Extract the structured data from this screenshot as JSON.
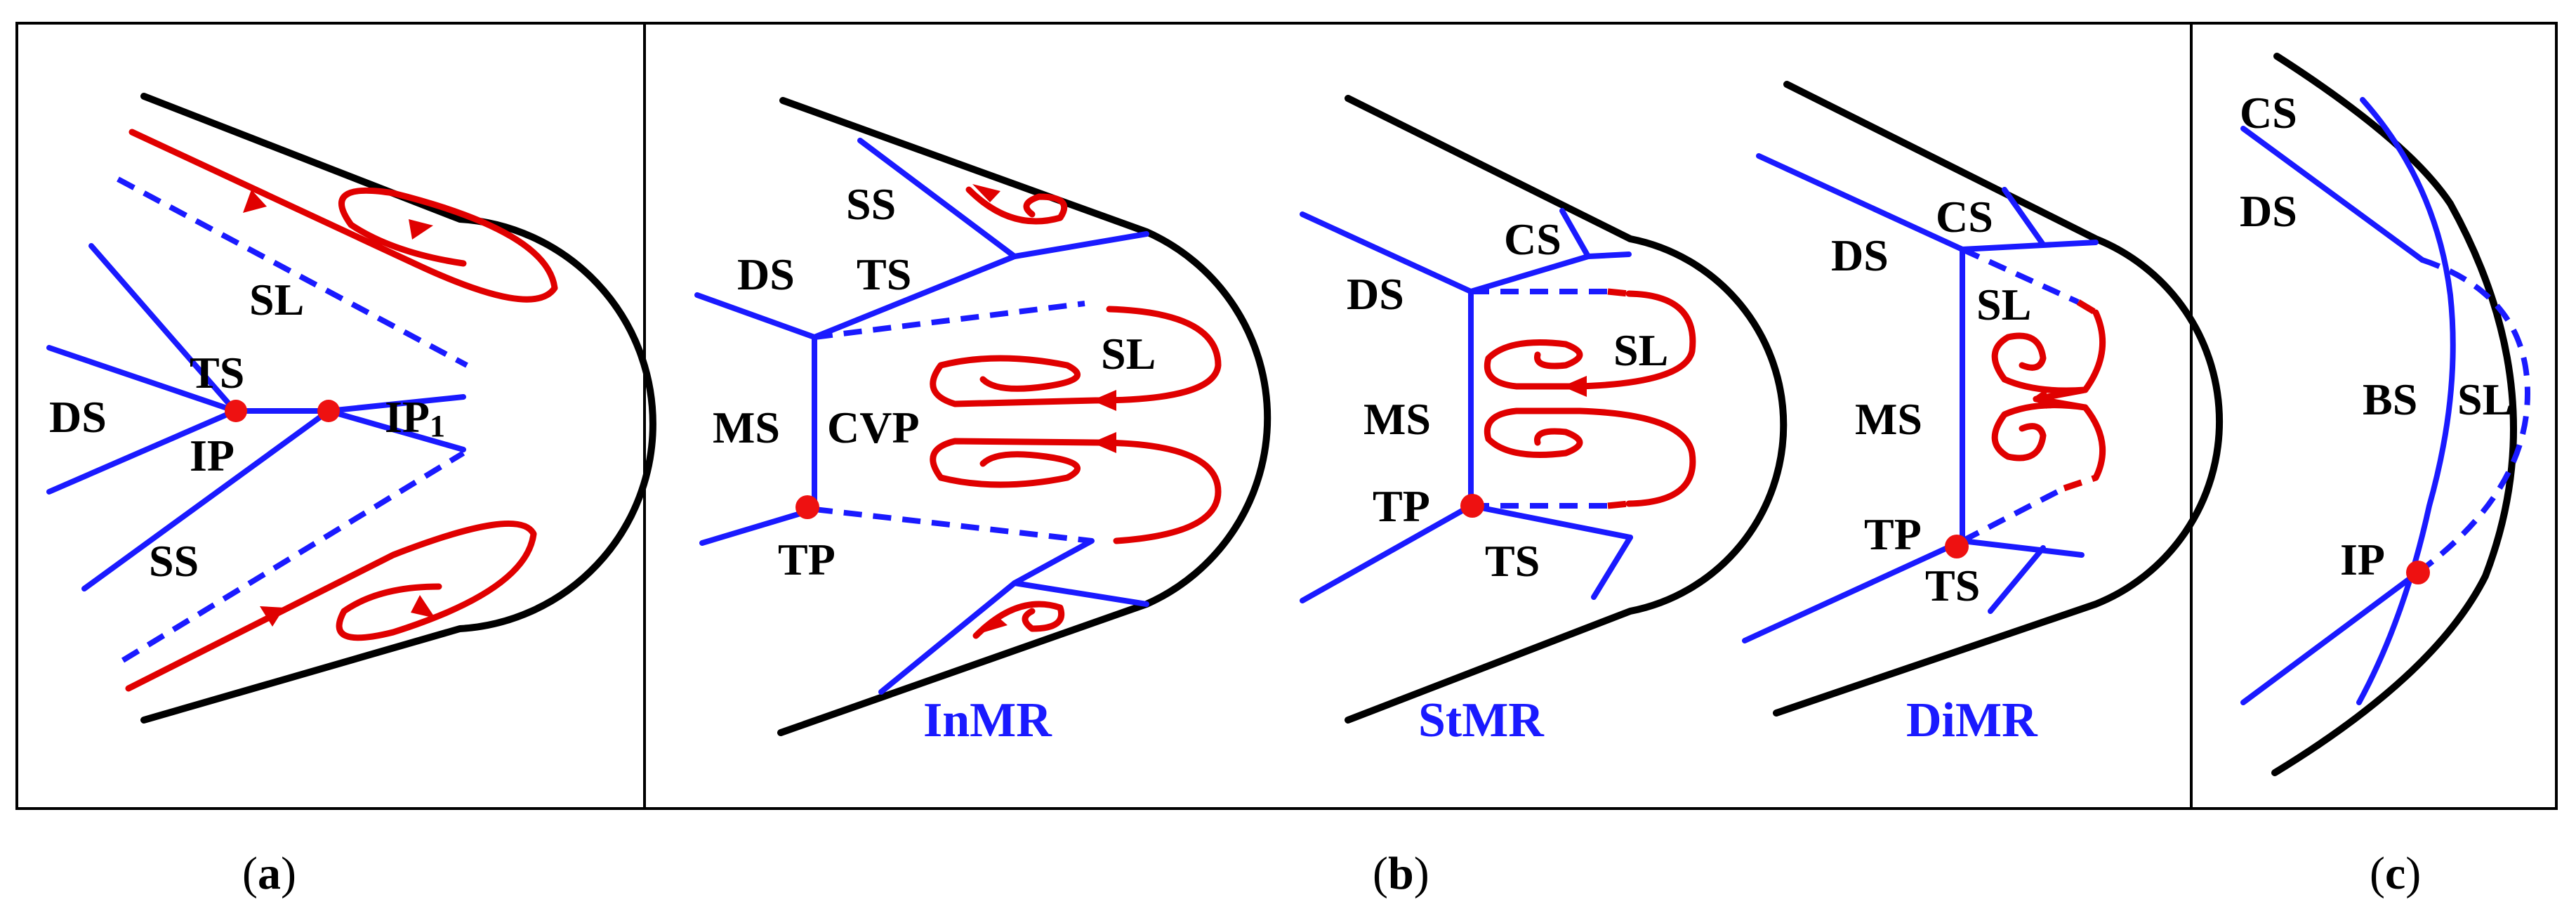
{
  "panel_a": {
    "labels": {
      "sl": "SL",
      "ts": "TS",
      "ds": "DS",
      "ip": "IP",
      "ip1_main": "IP",
      "ip1_sub": "1",
      "ss": "SS"
    },
    "caption_letter": "a"
  },
  "panel_b": {
    "labels": {
      "ss": "SS",
      "ds": "DS",
      "ts": "TS",
      "sl": "SL",
      "ms": "MS",
      "cvp": "CVP",
      "tp": "TP"
    },
    "regime_inmr": "InMR",
    "st": {
      "cs": "CS",
      "ds": "DS",
      "sl": "SL",
      "ms": "MS",
      "tp": "TP",
      "ts": "TS"
    },
    "regime_stmr": "StMR",
    "di": {
      "cs": "CS",
      "ds": "DS",
      "sl": "SL",
      "ms": "MS",
      "tp": "TP",
      "ts": "TS"
    },
    "regime_dimr": "DiMR",
    "caption_letter": "b"
  },
  "panel_c": {
    "labels": {
      "cs": "CS",
      "ds": "DS",
      "bs": "BS",
      "sl": "SL",
      "ip": "IP"
    },
    "caption_letter": "c"
  },
  "colors": {
    "shock": "#1a1aff",
    "streamline": "#e00000",
    "wall": "#000000",
    "point": "#ee1111"
  }
}
